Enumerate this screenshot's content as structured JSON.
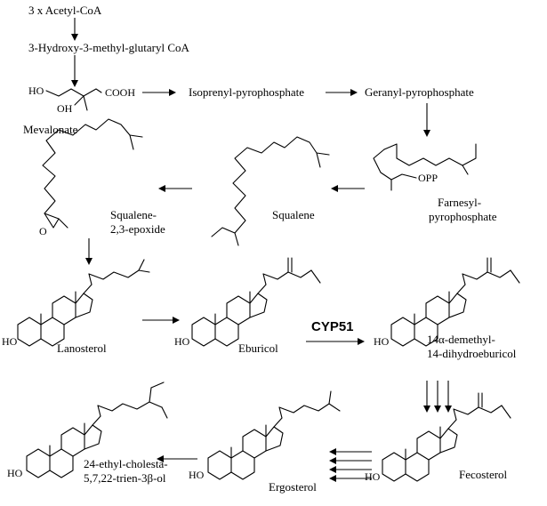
{
  "labels": {
    "acetyl_coa": "3 x Acetyl-CoA",
    "hmg_coa": "3-Hydroxy-3-methyl-glutaryl CoA",
    "mevalonate": "Mevalonate",
    "isoprenyl_pp": "Isoprenyl-pyrophosphate",
    "geranyl_pp": "Geranyl-pyrophosphate",
    "farnesyl_pp_1": "Farnesyl-",
    "farnesyl_pp_2": "pyrophosphate",
    "squalene": "Squalene",
    "squalene_epoxide_1": "Squalene-",
    "squalene_epoxide_2": "2,3-epoxide",
    "lanosterol": "Lanosterol",
    "eburicol": "Eburicol",
    "demethyl_1": "14α-demethyl-",
    "demethyl_2": "14-dihydroeburicol",
    "fecosterol": "Fecosterol",
    "ergosterol": "Ergosterol",
    "ethyl_cholesta_1": "24-ethyl-cholesta-",
    "ethyl_cholesta_2": "5,7,22-trien-3β-ol",
    "enzyme": "CYP51"
  },
  "atoms": {
    "ho": "HO",
    "cooh": "COOH",
    "oh": "OH",
    "opp": "OPP",
    "o": "O"
  }
}
